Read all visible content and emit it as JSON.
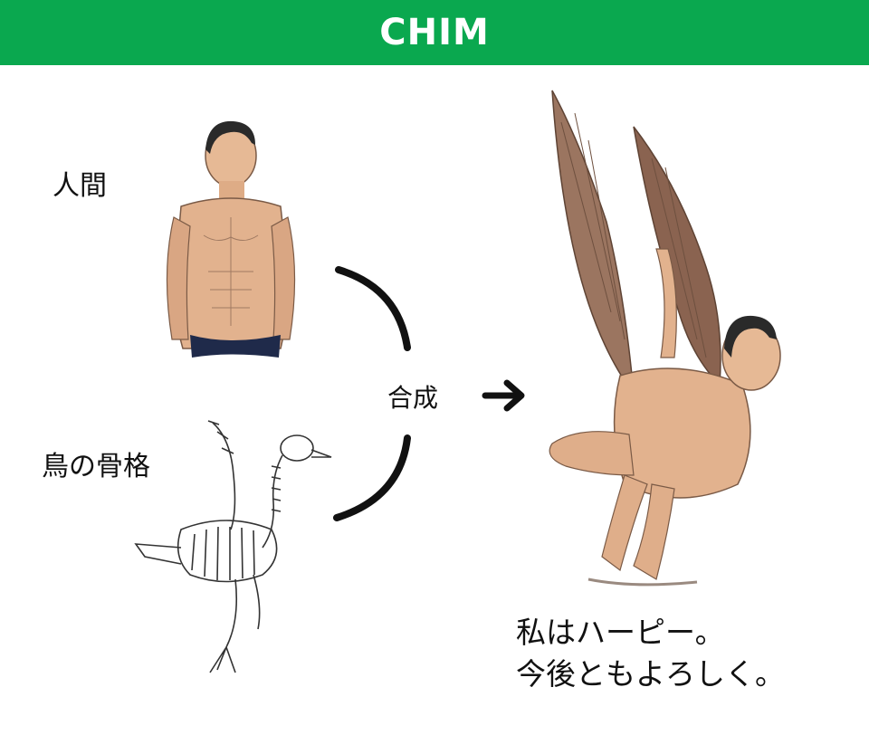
{
  "header": {
    "title": "CHIM"
  },
  "labels": {
    "human": "人間",
    "bird_skeleton": "鳥の骨格",
    "combine": "合成"
  },
  "caption": {
    "line1": "私はハーピー。",
    "line2": "今後ともよろしく。"
  },
  "colors": {
    "header_bg": "#0aa84f",
    "skin": "#e2b28e",
    "wing": "#8f6a52",
    "trunks": "#1f2a4a"
  },
  "icons": [
    "curved-bracket-icon",
    "arrow-right-icon"
  ]
}
